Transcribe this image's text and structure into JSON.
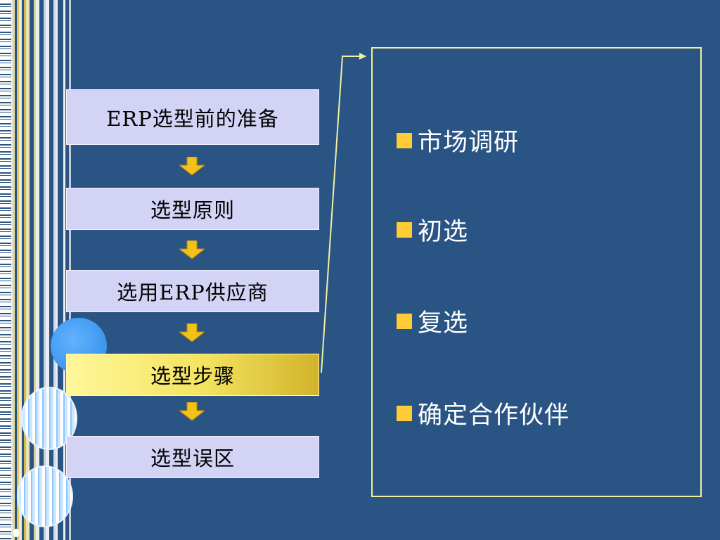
{
  "steps": [
    {
      "label": "ERP选型前的准备",
      "active": false
    },
    {
      "label": "选型原则",
      "active": false
    },
    {
      "label": "选用ERP供应商",
      "active": false
    },
    {
      "label": "选型步骤",
      "active": true
    },
    {
      "label": "选型误区",
      "active": false
    }
  ],
  "detail": {
    "items": [
      "市场调研",
      "初选",
      "复选",
      "确定合作伙伴"
    ]
  },
  "colors": {
    "background": "#2a5484",
    "step_bg": "#d3d3f5",
    "active_step": "#f3e35f",
    "arrow": "#f2c21a",
    "bullet": "#ffcc33",
    "panel_border": "#f2f0a0"
  },
  "icons": {
    "flow_arrow": "down-arrow-icon",
    "bullet": "square-bullet-icon"
  }
}
